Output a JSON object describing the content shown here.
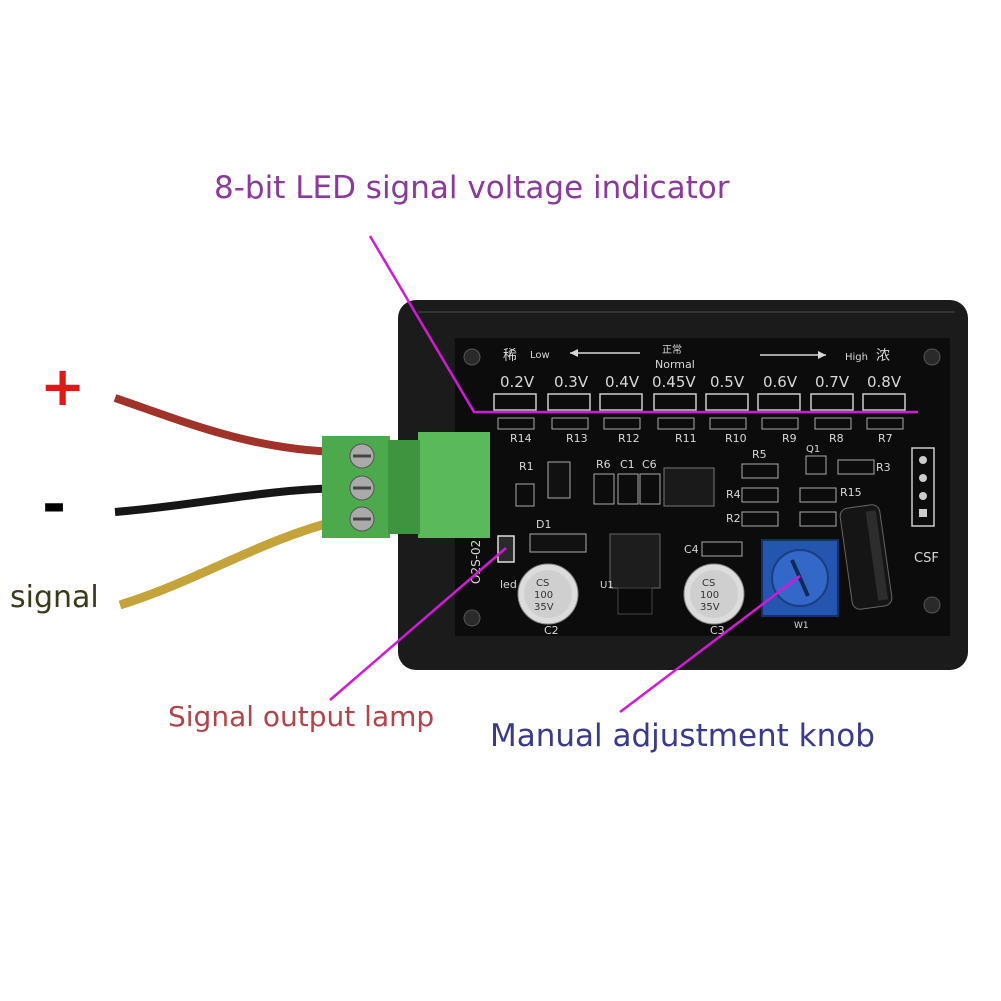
{
  "callouts": {
    "led_indicator": "8-bit LED signal voltage indicator",
    "output_lamp": "Signal output lamp",
    "adjust_knob": "Manual adjustment knob"
  },
  "wires": {
    "positive": "+",
    "negative": "-",
    "signal": "signal"
  },
  "board": {
    "low_cn": "稀",
    "low": "Low",
    "normal_cn": "正常",
    "normal": "Normal",
    "high": "High",
    "high_cn": "浓",
    "voltages": [
      "0.2V",
      "0.3V",
      "0.4V",
      "0.45V",
      "0.5V",
      "0.6V",
      "0.7V",
      "0.8V"
    ],
    "resistors": [
      "R14",
      "R13",
      "R12",
      "R11",
      "R10",
      "R9",
      "R8",
      "R7"
    ],
    "model": "O2S-02",
    "led_label": "led",
    "csf": "CSF",
    "u1": "U1",
    "w1": "W1",
    "c2": "C2",
    "c3": "C3",
    "cap_text": [
      "CS",
      "100",
      "35V"
    ],
    "other_labels": [
      "R1",
      "D1",
      "R6",
      "C1",
      "C6",
      "C4",
      "R5",
      "Q1",
      "R3",
      "R4",
      "R2",
      "R15"
    ]
  },
  "colors": {
    "pointer": "#d21ad6",
    "terminal_green": "#4caa4c",
    "wire_red": "#a0322a",
    "wire_black": "#161616",
    "wire_yellow": "#c4a43a",
    "pot_blue": "#2456b0"
  }
}
